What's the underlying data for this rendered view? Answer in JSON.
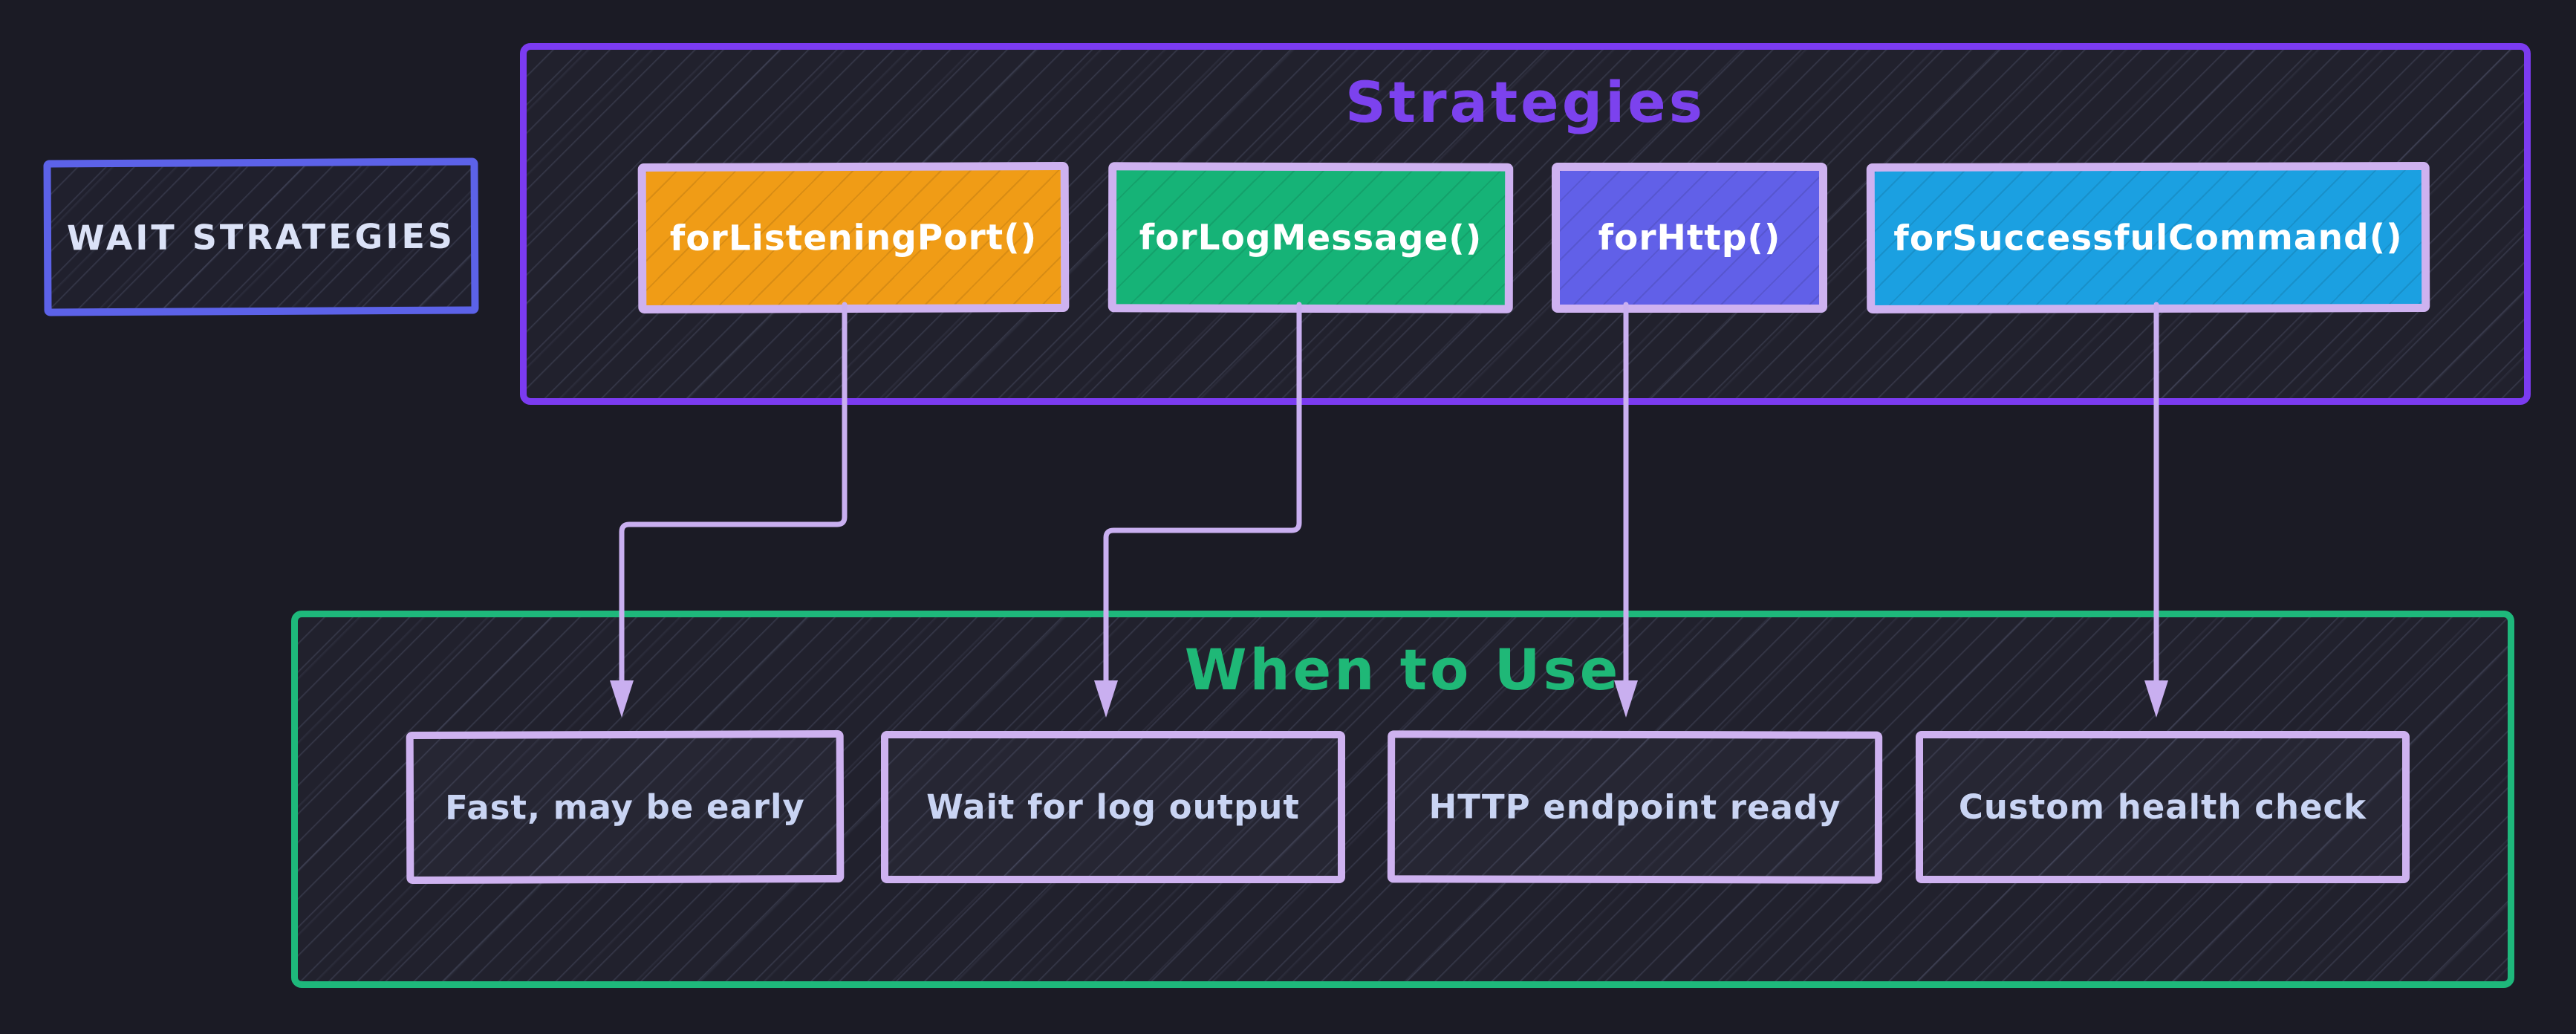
{
  "title_box": {
    "label": "WAIT STRATEGIES"
  },
  "strategies": {
    "title": "Strategies",
    "items": [
      {
        "id": "forListeningPort",
        "label": "forListeningPort()",
        "fill": "#f09c16"
      },
      {
        "id": "forLogMessage",
        "label": "forLogMessage()",
        "fill": "#16b377"
      },
      {
        "id": "forHttp",
        "label": "forHttp()",
        "fill": "#6160e8"
      },
      {
        "id": "forSuccessfulCommand",
        "label": "forSuccessfulCommand()",
        "fill": "#1ba0e1"
      }
    ]
  },
  "when_to_use": {
    "title": "When to Use",
    "items": [
      {
        "label": "Fast, may be early"
      },
      {
        "label": "Wait for log output"
      },
      {
        "label": "HTTP endpoint ready"
      },
      {
        "label": "Custom health check"
      }
    ]
  },
  "connections": [
    {
      "from": "forListeningPort",
      "to": "Fast, may be early"
    },
    {
      "from": "forLogMessage",
      "to": "Wait for log output"
    },
    {
      "from": "forHttp",
      "to": "HTTP endpoint ready"
    },
    {
      "from": "forSuccessfulCommand",
      "to": "Custom health check"
    }
  ],
  "colors": {
    "background": "#1b1b25",
    "panel_fill": "#21212d",
    "wait_box_border": "#5c62e8",
    "strategies_border": "#7b3bf0",
    "strategies_title": "#7c42ee",
    "when_border": "#1eb87b",
    "when_title": "#1fb877",
    "node_border": "#ceb2f0",
    "arrow": "#c9aff0",
    "dark_box_text": "#c9d4f3"
  }
}
